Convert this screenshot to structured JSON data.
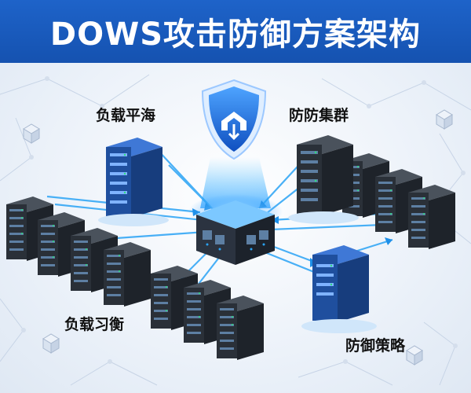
{
  "title": "DOWS攻击防御方案架构",
  "nodes": {
    "load_balance_top": "负载平海",
    "defense_cluster": "防防集群",
    "load_balance_bottom": "负载习衡",
    "defense_strategy": "防御策略"
  },
  "icons": {
    "shield": "shield-icon",
    "server": "server-rack-icon",
    "hub": "central-switch-icon",
    "cube": "isometric-cube-icon"
  },
  "colors": {
    "banner": "#1a5bc0",
    "flow": "#2aa3f5",
    "server_dark": "#2a3038",
    "server_blue": "#1f4f9e",
    "shield": "#1b6fe0"
  }
}
